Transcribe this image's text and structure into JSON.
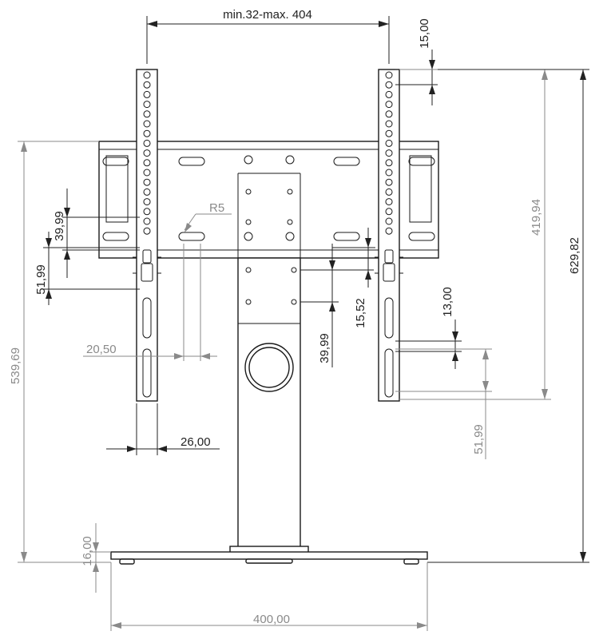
{
  "dimensions": {
    "vesa_width": "min.32-max. 404",
    "top_offset": "15,00",
    "arm_height": "419,94",
    "total_height": "629,82",
    "mount_height": "539,69",
    "slot_gap_left": "39,99",
    "slot_pitch_left": "51,99",
    "slot_radius": "R5",
    "slot_offset": "20,50",
    "center_hole_step": "15,52",
    "center_hole_pitch": "39,99",
    "arm_slot_step": "13,00",
    "arm_slot_pitch": "51,99",
    "arm_width": "26,00",
    "base_thickness": "16,00",
    "base_width": "400,00"
  },
  "colors": {
    "line": "#1a1a1a",
    "dimension_dark": "#222222",
    "dimension_gray": "#8a8a8a"
  }
}
